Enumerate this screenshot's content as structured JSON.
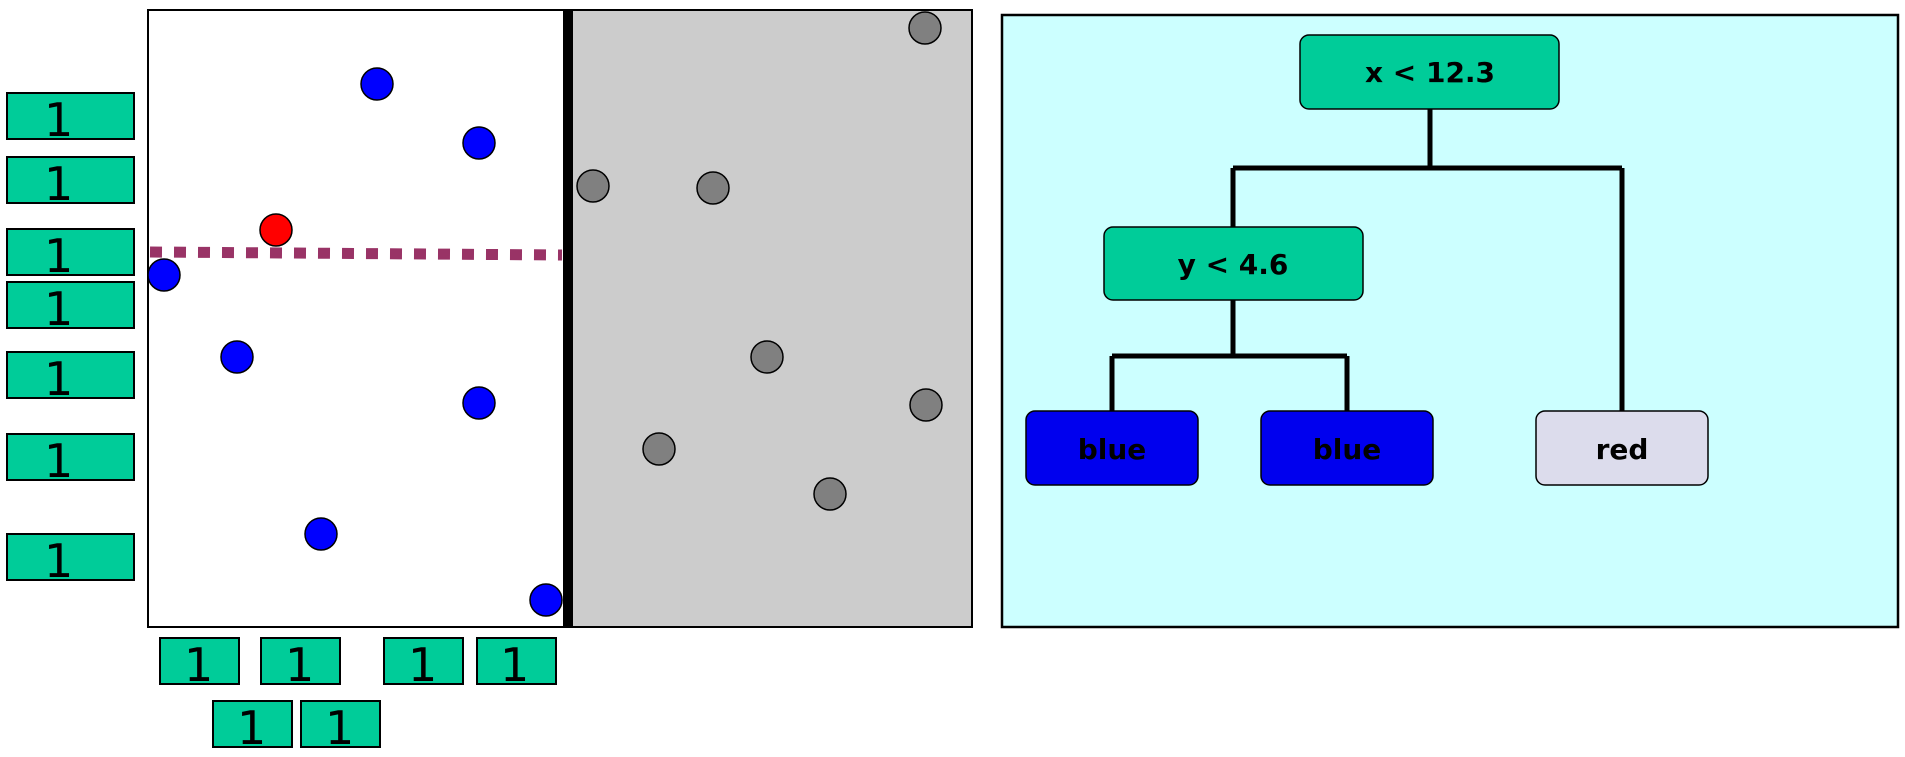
{
  "colors": {
    "label_box": "#00cc99",
    "blue_point": "#0000ff",
    "red_point": "#ff0000",
    "gray_point": "#808080",
    "split_dash": "#993366",
    "gray_region": "#cccccc",
    "tree_bg": "#ccffff",
    "blue_leaf": "#0000ee",
    "red_leaf": "#dcdcec"
  },
  "left_count_labels": [
    "1",
    "1",
    "1",
    "1",
    "1",
    "1",
    "1"
  ],
  "bottom_count_labels": [
    "1",
    "1",
    "1",
    "1",
    "1",
    "1"
  ],
  "tree": {
    "root": "x < 12.3",
    "child": "y < 4.6",
    "leaf_1": "blue",
    "leaf_2": "blue",
    "leaf_3": "red"
  }
}
